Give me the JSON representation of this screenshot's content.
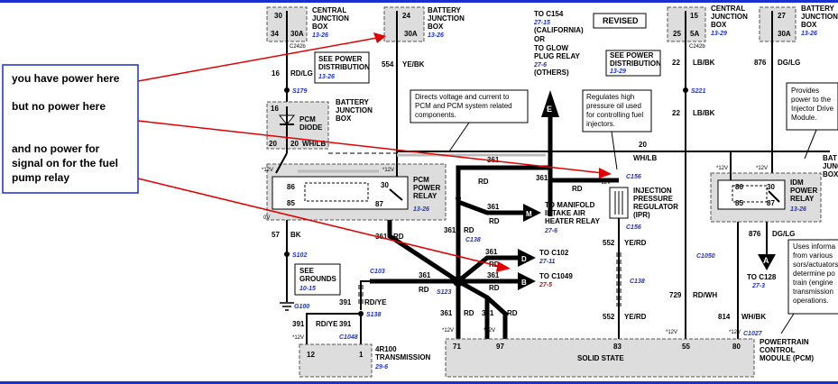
{
  "annotation": {
    "lines": [
      "you have power here",
      "but no power here",
      "and no power for",
      "signal on for the fuel",
      "pump relay"
    ]
  },
  "banner": "REVISED",
  "central_junction_box_left": {
    "title": [
      "CENTRAL",
      "JUNCTION",
      "BOX"
    ],
    "ref": "13-26",
    "pins": [
      "30",
      "34",
      "30A"
    ],
    "connector": "C242b"
  },
  "battery_junction_box_top": {
    "title": [
      "BATTERY",
      "JUNCTION",
      "BOX"
    ],
    "ref": "13-26",
    "pin": "24",
    "fuse": "30A"
  },
  "to_c154": {
    "lines": [
      "TO C154",
      "(CALIFORNIA)",
      "OR",
      "TO GLOW",
      "PLUG RELAY",
      "(OTHERS)"
    ],
    "ref1": "27-15",
    "ref2": "27-6"
  },
  "central_junction_box_right": {
    "title": [
      "CENTRAL",
      "JUNCTION",
      "BOX"
    ],
    "ref": "13-29",
    "pins": [
      "15",
      "25",
      "5A"
    ],
    "connector": "C242b"
  },
  "battery_junction_box_right": {
    "title": [
      "BATTERY",
      "JUNCTION",
      "BOX"
    ],
    "ref": "13-26",
    "pin": "27",
    "fuse": "30A"
  },
  "power_distribution_left": {
    "lines": [
      "SEE POWER",
      "DISTRIBUTION"
    ],
    "ref": "13-26"
  },
  "power_distribution_right": {
    "lines": [
      "SEE POWER",
      "DISTRIBUTION"
    ],
    "ref": "13-29"
  },
  "wires": {
    "w16": "16",
    "w16_color": "RD/LG",
    "s179": "S179",
    "w554": "554",
    "w554_color": "YE/BK",
    "w22a": "22",
    "w22a_color": "LB/BK",
    "s221": "S221",
    "w22b": "22",
    "w22b_color": "LB/BK",
    "w876": "876",
    "w876_color": "DG/LG",
    "w20a": "20",
    "w20a_color": "WH/LB",
    "w20b": "20",
    "w20b_color": "WH/LB",
    "w361": "361",
    "w57": "57",
    "bk": "BK",
    "s102": "S102",
    "g100": "G100",
    "rd": "RD",
    "w552": "552",
    "w552_color": "YE/RD",
    "w729": "729",
    "w729_color": "RD/WH",
    "w814": "814",
    "w814_color": "WH/BK",
    "c1050": "C1050",
    "c138": "C138",
    "c103": "C103",
    "w391": "391",
    "w391_color": "RD/YE",
    "s138": "S138",
    "s123": "S123",
    "c1048": "C1048",
    "c156": "C156",
    "c1027": "C1027",
    "w876b": "876",
    "w876b_color": "DG/LG",
    "v12": "*12V",
    "v0": "0V"
  },
  "pcm_diode": {
    "title": [
      "BATTERY",
      "JUNCTION",
      "BOX"
    ],
    "label": [
      "PCM",
      "DIODE"
    ],
    "pin_a": "16",
    "pin_b": "20"
  },
  "pcm_power_relay": {
    "label": [
      "PCM",
      "POWER",
      "RELAY"
    ],
    "ref": "13-26",
    "pins": [
      "86",
      "85",
      "30",
      "87"
    ]
  },
  "note_pcm": {
    "lines": [
      "Directs voltage and current to",
      "PCM and PCM system related",
      "components."
    ]
  },
  "note_ipr": {
    "lines": [
      "Regulates high",
      "pressure oil used",
      "for controlling fuel",
      "injectors."
    ]
  },
  "note_idm": {
    "lines": [
      "Provides",
      "power to the",
      "Injector Drive",
      "Module."
    ]
  },
  "note_pcm_inputs": {
    "lines": [
      "Uses informa",
      "from various",
      "sors/actuators",
      "determine po",
      "train (engine",
      "transmission",
      "operations."
    ]
  },
  "ipr": {
    "label": [
      "INJECTION",
      "PRESSURE",
      "REGULATOR",
      "(IPR)"
    ]
  },
  "idm_power_relay": {
    "label": [
      "IDM",
      "POWER",
      "RELAY"
    ],
    "ref": "13-26",
    "pins": [
      "86",
      "85",
      "30",
      "87"
    ],
    "side": [
      "BAT",
      "JUNC",
      "BOX"
    ]
  },
  "manifold_heater": {
    "lines": [
      "TO MANIFOLD",
      "INTAKE AIR",
      "HEATER RELAY"
    ],
    "ref": "27-6",
    "letter": "M"
  },
  "to_c102": {
    "label": "TO C102",
    "ref": "27-11",
    "letter": "D"
  },
  "to_c1049": {
    "label": "TO C1049",
    "ref": "27-5",
    "letter": "B"
  },
  "to_c128": {
    "label": "TO C128",
    "ref": "27-3",
    "letter": "A"
  },
  "letter_e": "E",
  "see_grounds": {
    "lines": [
      "SEE",
      "GROUNDS"
    ],
    "ref": "10-15"
  },
  "transmission": {
    "lines": [
      "4R100",
      "TRANSMISSION"
    ],
    "ref": "29-6",
    "pins": [
      "12",
      "1"
    ]
  },
  "pcm_module": {
    "state": "SOLID STATE",
    "title": [
      "POWERTRAIN",
      "CONTROL",
      "MODULE (PCM)"
    ],
    "pins": [
      "71",
      "97",
      "83",
      "55",
      "80"
    ]
  },
  "colors": {
    "annotation_border": "#1a2fd0",
    "arrow": "#e00000",
    "ref_blue": "#1a2fd0",
    "box_fill": "#dddddd"
  }
}
